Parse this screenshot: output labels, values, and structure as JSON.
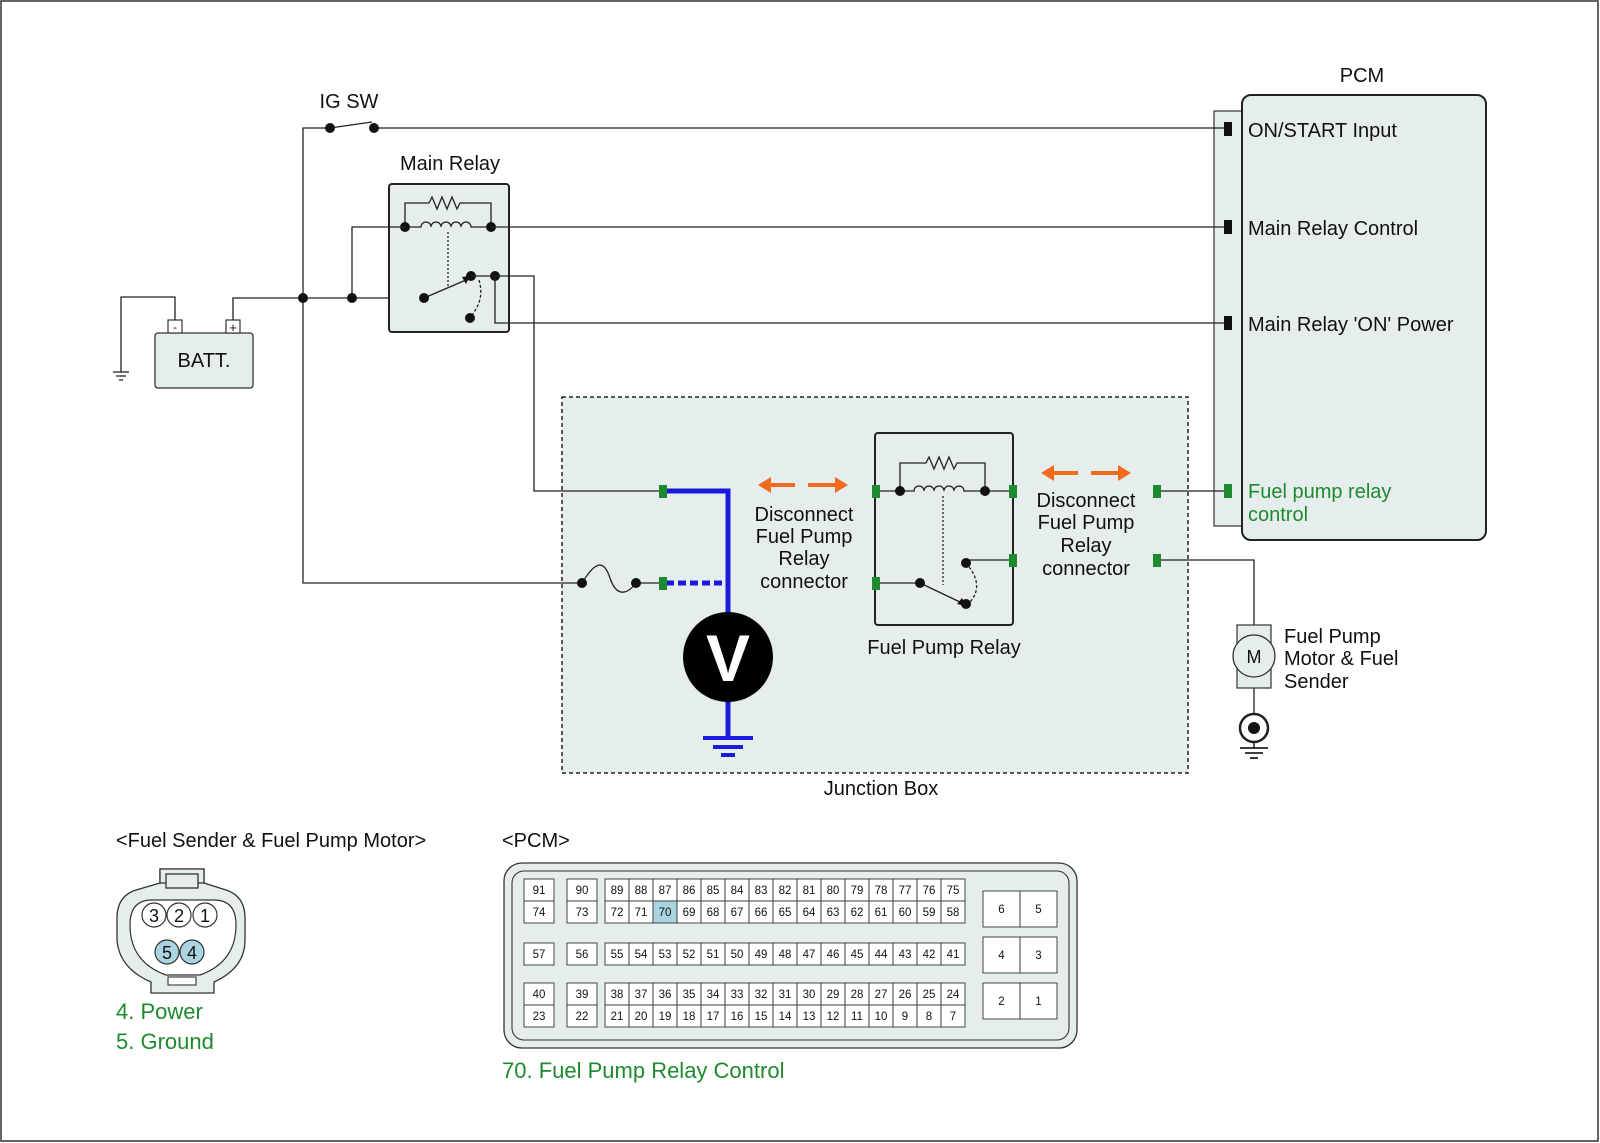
{
  "labels": {
    "ig_sw": "IG SW",
    "main_relay": "Main Relay",
    "battery": "BATT.",
    "batt_neg": "-",
    "batt_pos": "+",
    "pcm_title": "PCM",
    "pcm_on_start": "ON/START Input",
    "pcm_main_relay_control": "Main Relay Control",
    "pcm_main_relay_on_power": "Main Relay 'ON' Power",
    "pcm_fuel_pump_relay_control_1": "Fuel pump relay",
    "pcm_fuel_pump_relay_control_2": "control",
    "disconnect_left": [
      "Disconnect",
      "Fuel Pump",
      "Relay",
      "connector"
    ],
    "disconnect_right": [
      "Disconnect",
      "Fuel Pump",
      "Relay",
      "connector"
    ],
    "fuel_pump_relay": "Fuel Pump Relay",
    "voltmeter": "V",
    "motor": "M",
    "motor_label": [
      "Fuel Pump",
      "Motor & Fuel",
      "Sender"
    ],
    "junction_box": "Junction Box",
    "fuel_sender_connector_title": "<Fuel Sender & Fuel Pump Motor>",
    "fuel_sender_pins": [
      "3",
      "2",
      "1",
      "5",
      "4"
    ],
    "fuel_sender_legend": [
      "4. Power",
      "5. Ground"
    ],
    "pcm_connector_title": "<PCM>",
    "pcm_connector_legend": "70. Fuel Pump Relay Control"
  },
  "pcm_connector": {
    "highlight_pin": "70",
    "left_cols": [
      [
        "91",
        "74"
      ],
      [
        "90",
        "73"
      ]
    ],
    "left_mid": [
      "57",
      "56"
    ],
    "left_bot": [
      [
        "40",
        "23"
      ],
      [
        "39",
        "22"
      ]
    ],
    "row_a": [
      "89",
      "88",
      "87",
      "86",
      "85",
      "84",
      "83",
      "82",
      "81",
      "80",
      "79",
      "78",
      "77",
      "76",
      "75"
    ],
    "row_b": [
      "72",
      "71",
      "70",
      "69",
      "68",
      "67",
      "66",
      "65",
      "64",
      "63",
      "62",
      "61",
      "60",
      "59",
      "58"
    ],
    "row_c": [
      "55",
      "54",
      "53",
      "52",
      "51",
      "50",
      "49",
      "48",
      "47",
      "46",
      "45",
      "44",
      "43",
      "42",
      "41"
    ],
    "row_d": [
      "38",
      "37",
      "36",
      "35",
      "34",
      "33",
      "32",
      "31",
      "30",
      "29",
      "28",
      "27",
      "26",
      "25",
      "24"
    ],
    "row_e": [
      "21",
      "20",
      "19",
      "18",
      "17",
      "16",
      "15",
      "14",
      "13",
      "12",
      "11",
      "10",
      "9",
      "8",
      "7"
    ],
    "right_blocks": [
      [
        "6",
        "5"
      ],
      [
        "4",
        "3"
      ],
      [
        "2",
        "1"
      ]
    ]
  },
  "colors": {
    "wire": "#222222",
    "probe_wire": "#1a1adc",
    "connector_pin": "#1e8a2e",
    "pcm_pin": "#111111",
    "arrow": "#f26a1b",
    "box_fill": "#e6eded",
    "highlight_pin": "#a9d4e0",
    "green_text": "#1e8a2e"
  }
}
